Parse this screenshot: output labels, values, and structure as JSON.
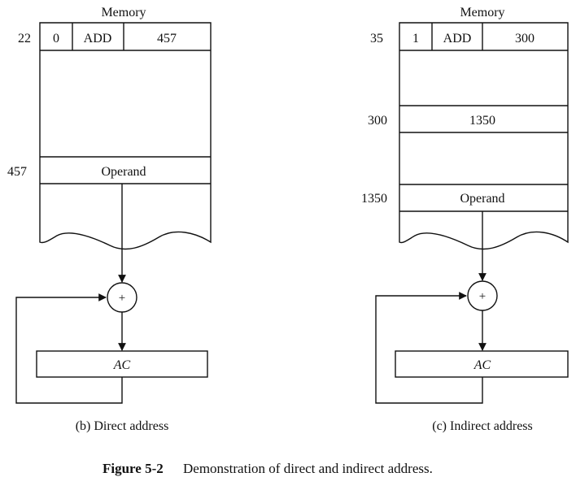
{
  "direct": {
    "memory_title": "Memory",
    "instr_address": "22",
    "instr_mode": "0",
    "instr_opcode": "ADD",
    "instr_operand": "457",
    "operand_address": "457",
    "operand_label": "Operand",
    "adder_symbol": "+",
    "accumulator": "AC",
    "caption": "(b) Direct address"
  },
  "indirect": {
    "memory_title": "Memory",
    "instr_address": "35",
    "instr_mode": "1",
    "instr_opcode": "ADD",
    "instr_operand": "300",
    "pointer_address": "300",
    "pointer_value": "1350",
    "operand_address": "1350",
    "operand_label": "Operand",
    "adder_symbol": "+",
    "accumulator": "AC",
    "caption": "(c) Indirect address"
  },
  "figure": {
    "label": "Figure 5-2",
    "caption": "Demonstration of direct and indirect address."
  }
}
